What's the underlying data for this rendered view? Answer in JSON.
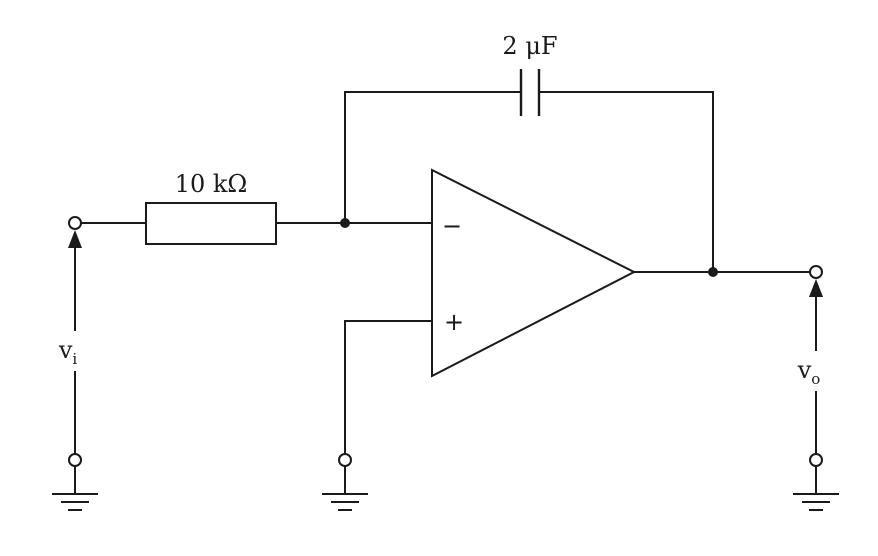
{
  "circuit": {
    "resistor_label": "10 kΩ",
    "capacitor_label": "2 μF",
    "inverting_input_symbol": "−",
    "noninverting_input_symbol": "+",
    "input_voltage": {
      "symbol": "v",
      "subscript": "i"
    },
    "output_voltage": {
      "symbol": "v",
      "subscript": "o"
    }
  }
}
